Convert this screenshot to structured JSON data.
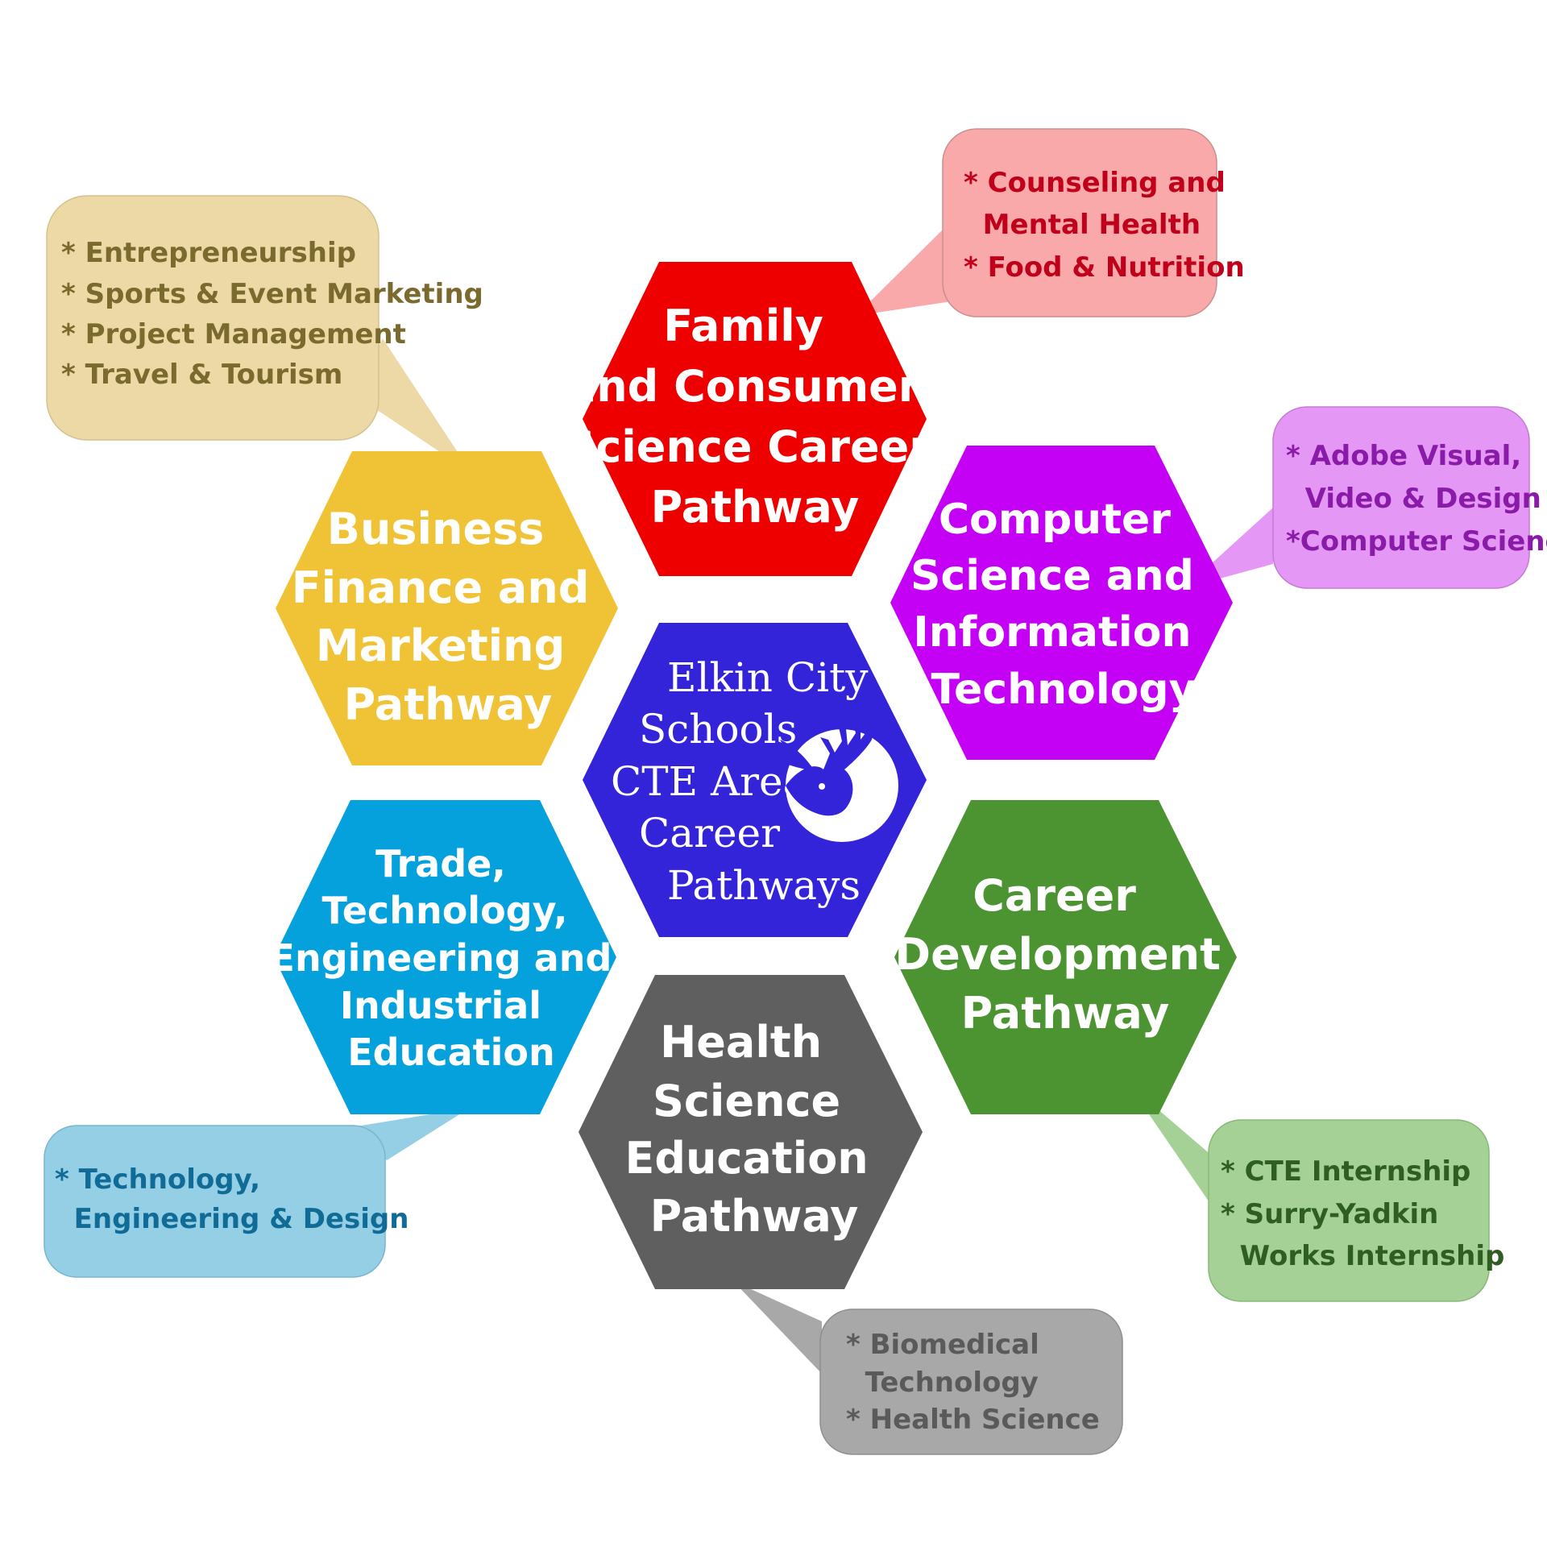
{
  "center": {
    "lines": [
      "Elkin City",
      "Schools",
      "CTE Area",
      "Career",
      "Pathways"
    ],
    "fill": "#3323d9",
    "emblem": "elk-head-icon"
  },
  "pathways": [
    {
      "id": "family",
      "lines": [
        "Family",
        "and Consumer",
        "Science Career",
        "Pathway"
      ],
      "fill": "#ef0000",
      "callout": {
        "lines": [
          "* Counseling and",
          "  Mental Health",
          "* Food & Nutrition"
        ],
        "fill": "#f9a9a9",
        "text_color": "#c0001a"
      }
    },
    {
      "id": "business",
      "lines": [
        "Business",
        "Finance and",
        "Marketing",
        "Pathway"
      ],
      "fill": "#f0c236",
      "callout": {
        "lines": [
          "* Entrepreneurship",
          "* Sports & Event Marketing",
          "* Project Management",
          "* Travel & Tourism"
        ],
        "fill": "#ecd9a6",
        "text_color": "#7a6a2e"
      }
    },
    {
      "id": "computer",
      "lines": [
        "Computer",
        "Science and",
        "Information",
        "Technology"
      ],
      "fill": "#c400f5",
      "callout": {
        "lines": [
          "* Adobe Visual,",
          "  Video & Design",
          "*Computer Science"
        ],
        "fill": "#e597f6",
        "text_color": "#8a1aa8"
      }
    },
    {
      "id": "trade",
      "lines": [
        "Trade,",
        "Technology,",
        "Engineering and",
        "Industrial",
        "Education"
      ],
      "fill": "#04a1dc",
      "callout": {
        "lines": [
          "* Technology,",
          "  Engineering & Design"
        ],
        "fill": "#94cfe5",
        "text_color": "#106c96"
      }
    },
    {
      "id": "career",
      "lines": [
        "Career",
        "Development",
        "Pathway"
      ],
      "fill": "#4b9431",
      "callout": {
        "lines": [
          "* CTE Internship",
          "* Surry-Yadkin",
          "  Works Internship"
        ],
        "fill": "#a5d196",
        "text_color": "#2e5e22"
      }
    },
    {
      "id": "health",
      "lines": [
        "Health",
        "Science",
        "Education",
        "Pathway"
      ],
      "fill": "#5f5f5f",
      "callout": {
        "lines": [
          "* Biomedical",
          "  Technology",
          "* Health Science"
        ],
        "fill": "#a8a8a8",
        "text_color": "#5a5a5a"
      }
    }
  ]
}
